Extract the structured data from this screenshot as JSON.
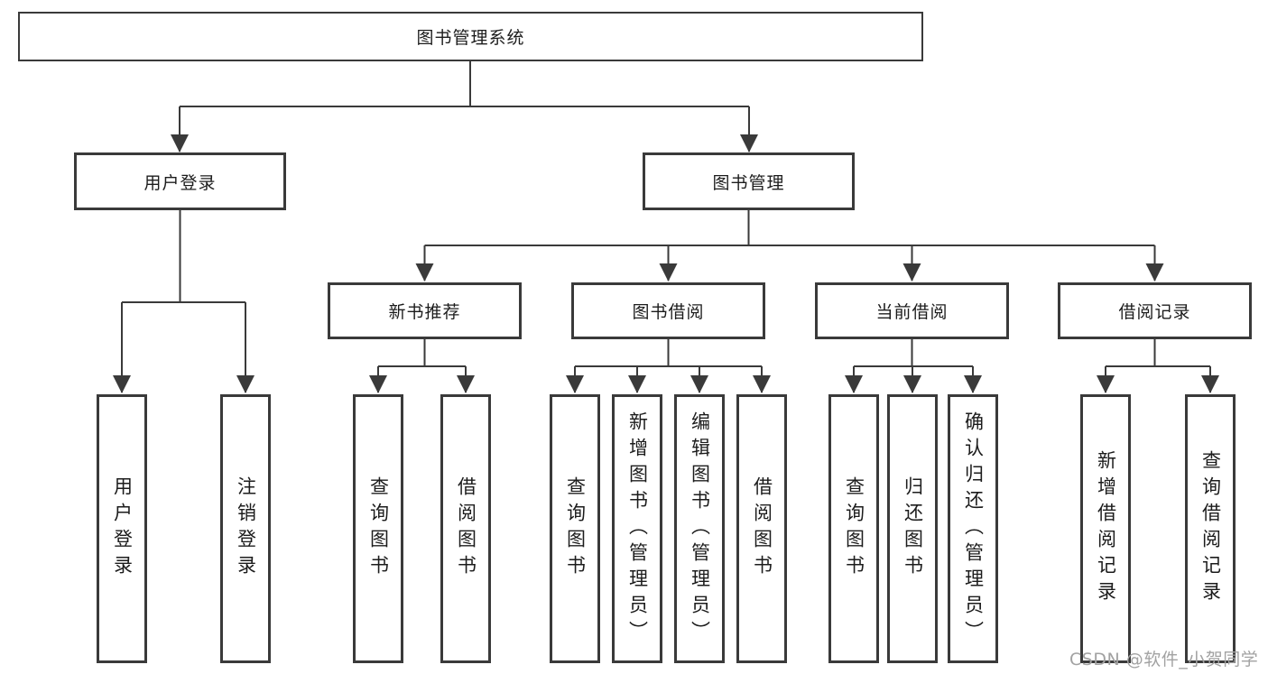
{
  "diagram": {
    "root": {
      "label": "图书管理系统"
    },
    "level2": [
      {
        "label": "用户登录"
      },
      {
        "label": "图书管理"
      }
    ],
    "level3": [
      {
        "label": "新书推荐"
      },
      {
        "label": "图书借阅"
      },
      {
        "label": "当前借阅"
      },
      {
        "label": "借阅记录"
      }
    ],
    "leaves": [
      {
        "label": "用户登录"
      },
      {
        "label": "注销登录"
      },
      {
        "label": "查询图书"
      },
      {
        "label": "借阅图书"
      },
      {
        "label": "查询图书"
      },
      {
        "label": "新增图书（管理员）"
      },
      {
        "label": "编辑图书（管理员）"
      },
      {
        "label": "借阅图书"
      },
      {
        "label": "查询图书"
      },
      {
        "label": "归还图书"
      },
      {
        "label": "确认归还（管理员）"
      },
      {
        "label": "新增借阅记录"
      },
      {
        "label": "查询借阅记录"
      }
    ]
  },
  "watermark": {
    "text": "CSDN @软件_小贺同学"
  },
  "colors": {
    "line": "#3a3a3a",
    "border": "#3a3a3a",
    "text": "#1c1c1c",
    "watermark": "#a2a2a2",
    "background": "#ffffff"
  }
}
